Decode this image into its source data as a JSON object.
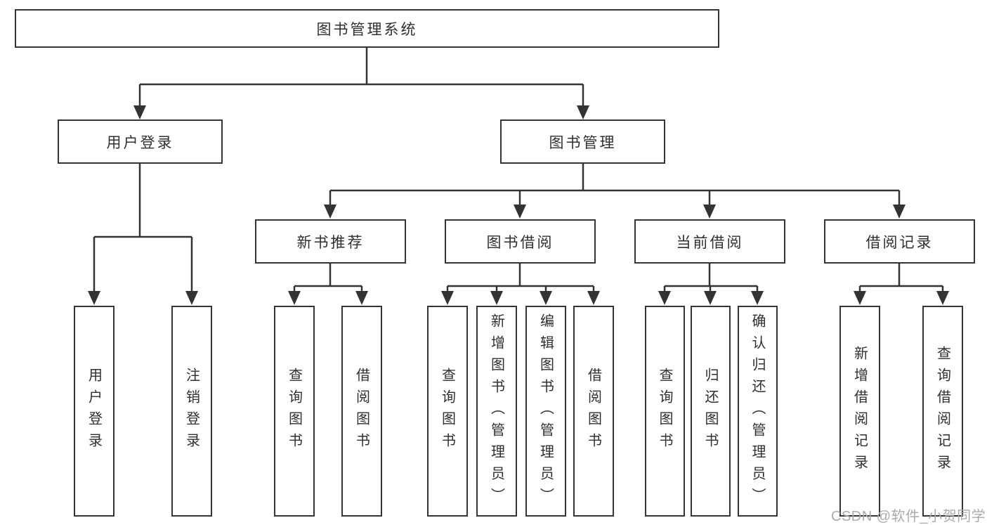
{
  "diagram": {
    "root": "图书管理系统",
    "children": [
      {
        "label": "用户登录",
        "children": [
          "用户登录",
          "注销登录"
        ]
      },
      {
        "label": "图书管理",
        "children": [
          {
            "label": "新书推荐",
            "children": [
              "查询图书",
              "借阅图书"
            ]
          },
          {
            "label": "图书借阅",
            "children": [
              "查询图书",
              "新增图书（管理员）",
              "编辑图书（管理员）",
              "借阅图书"
            ]
          },
          {
            "label": "当前借阅",
            "children": [
              "查询图书",
              "归还图书",
              "确认归还（管理员）"
            ]
          },
          {
            "label": "借阅记录",
            "children": [
              "新增借阅记录",
              "查询借阅记录"
            ]
          }
        ]
      }
    ]
  },
  "watermark": "CSDN @软件_小贺同学",
  "colors": {
    "line": "#333333",
    "box_border": "#363636",
    "text": "#2f2f2f",
    "watermark": "#ababab",
    "background": "#ffffff"
  }
}
